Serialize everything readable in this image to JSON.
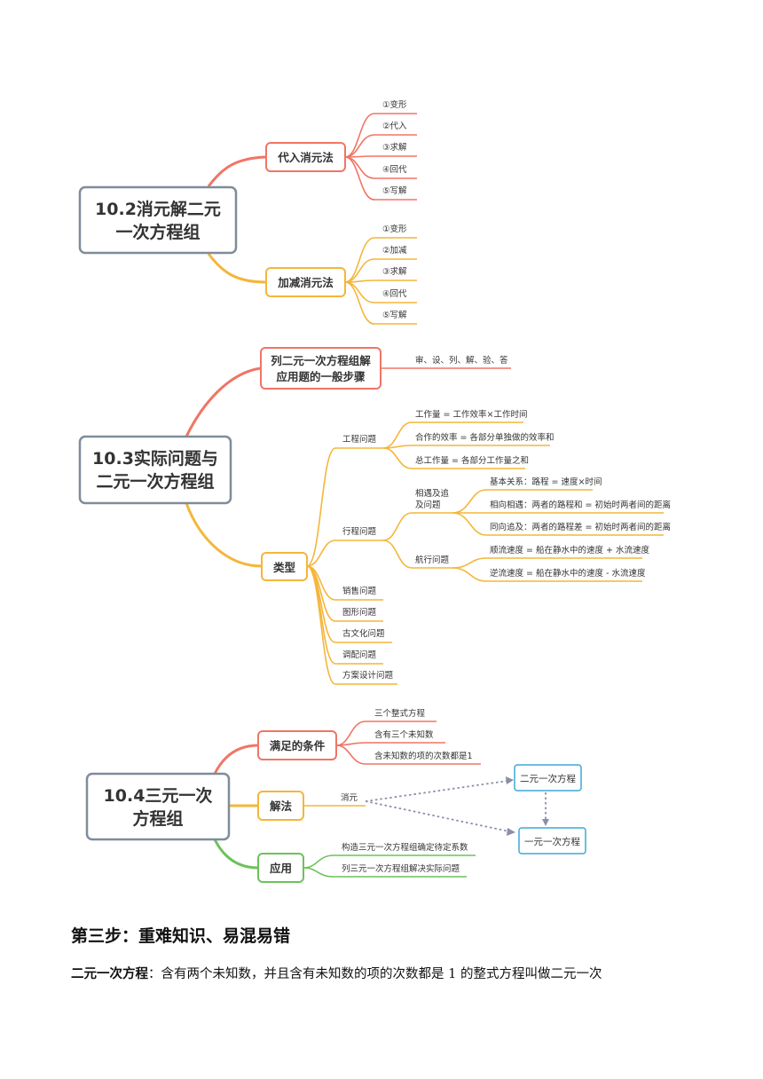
{
  "colors": {
    "red": "#f07565",
    "orange": "#f4b63a",
    "green": "#6cc25a",
    "blue": "#3fa9d8",
    "gray": "#7f8c9a"
  },
  "s102": {
    "title_l1": "10.2消元解二元",
    "title_l2": "一次方程组",
    "sub": "代入消元法",
    "sub_leaves": [
      "①变形",
      "②代入",
      "③求解",
      "④回代",
      "⑤写解"
    ],
    "jj": "加减消元法",
    "jj_leaves": [
      "①变形",
      "②加减",
      "③求解",
      "④回代",
      "⑤写解"
    ]
  },
  "s103": {
    "title_l1": "10.3实际问题与",
    "title_l2": "二元一次方程组",
    "steps_l1": "列二元一次方程组解",
    "steps_l2": "应用题的一般步骤",
    "steps_leaf": "审、设、列、解、验、答",
    "types": "类型",
    "gc": "工程问题",
    "gc_leaves": [
      "工作量 = 工作效率×工作时间",
      "合作的效率 = 各部分单独做的效率和",
      "总工作量 = 各部分工作量之和"
    ],
    "xc": "行程问题",
    "xy_l1": "相遇及追",
    "xy_l2": "及问题",
    "xy_leaves": [
      "基本关系：路程 = 速度×时间",
      "相向相遇：两者的路程和 = 初始时两者间的距离",
      "同向追及：两者的路程差 = 初始时两者间的距离"
    ],
    "hx": "航行问题",
    "hx_leaves": [
      "顺流速度 = 船在静水中的速度 + 水流速度",
      "逆流速度 = 船在静水中的速度 - 水流速度"
    ],
    "others": [
      "销售问题",
      "图形问题",
      "古文化问题",
      "调配问题",
      "方案设计问题"
    ]
  },
  "s104": {
    "title_l1": "10.4三元一次",
    "title_l2": "方程组",
    "cond": "满足的条件",
    "cond_leaves": [
      "三个整式方程",
      "含有三个未知数",
      "含未知数的项的次数都是1"
    ],
    "method": "解法",
    "method_leaf": "消元",
    "box_a": "二元一次方程",
    "box_b": "一元一次方程",
    "app": "应用",
    "app_leaves": [
      "构造三元一次方程组确定待定系数",
      "列三元一次方程组解决实际问题"
    ]
  },
  "heading": "第三步：重难知识、易混易错",
  "para_term": "二元一次方程",
  "para_text": "：含有两个未知数，并且含有未知数的项的次数都是 1 的整式方程叫做二元一次"
}
